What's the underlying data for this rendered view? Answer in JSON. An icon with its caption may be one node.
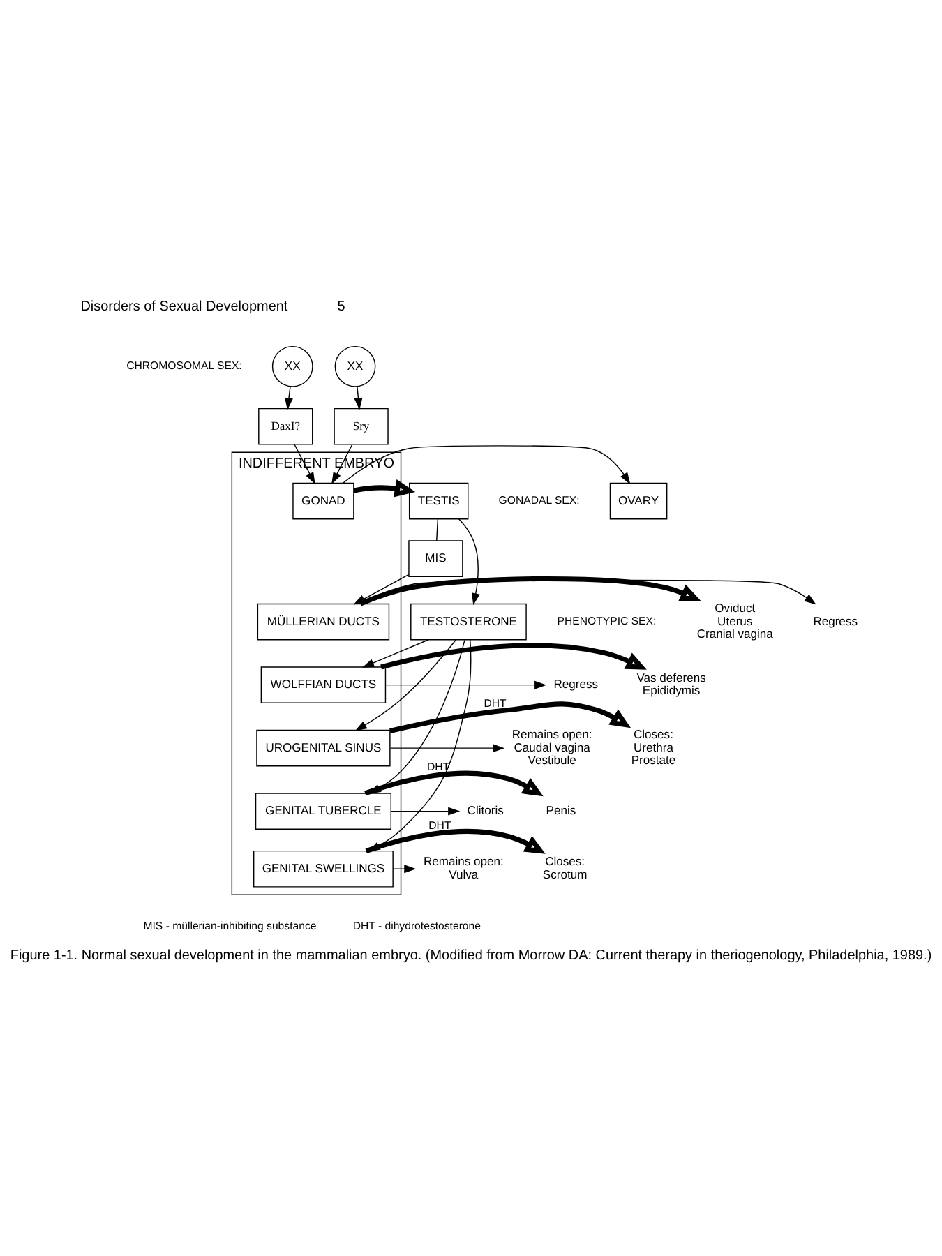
{
  "diagram": {
    "caption": "Figure 1-1. Normal sexual development in the mammalian embryo. (Modified from Morrow DA: Current therapy in theriogenology, Philadelphia, 1989.)",
    "nodes": [
      {
        "text": [
          "INDIFFERENT EMBRYO"
        ]
      },
      {
        "text": [
          "XX"
        ]
      },
      {
        "text": [
          "XX"
        ]
      },
      {
        "text": [
          "DaxI?"
        ]
      },
      {
        "text": [
          "Sry"
        ]
      },
      {
        "text": [
          "OVARY"
        ]
      },
      {
        "text": [
          "GONAD"
        ],
        "in": 0
      },
      {
        "text": [
          "TESTIS"
        ]
      },
      {
        "text": [
          "MIS"
        ]
      },
      {
        "text": [
          "MÜLLERIAN DUCTS"
        ],
        "in": 0
      },
      {
        "text": [
          "Oviduct",
          "Uterus",
          "Cranial vagina"
        ]
      },
      {
        "text": [
          "Regress"
        ]
      },
      {
        "text": [
          "TESTOSTERONE"
        ]
      },
      {
        "text": [
          "WOLFFIAN DUCTS"
        ],
        "in": 0
      },
      {
        "text": [
          "Regress"
        ]
      },
      {
        "text": [
          "Vas deferens",
          "Epididymis"
        ]
      },
      {
        "text": [
          "UROGENITAL SINUS"
        ],
        "in": 0
      },
      {
        "text": [
          "Remains open:",
          "Caudal vagina",
          "Vestibule"
        ]
      },
      {
        "text": [
          "Closes:",
          "Urethra",
          "Prostate"
        ]
      },
      {
        "text": [
          "GENITAL TUBERCLE"
        ],
        "in": 0
      },
      {
        "text": [
          "Clitoris"
        ]
      },
      {
        "text": [
          "Penis"
        ]
      },
      {
        "text": [
          "GENITAL SWELLINGS"
        ],
        "in": 0
      },
      {
        "text": [
          "Remains open:",
          "Vulva"
        ]
      },
      {
        "text": [
          "Closes:",
          "Scrotum"
        ]
      }
    ],
    "edges": [
      {
        "from": 1,
        "to": 3,
        "arrow": "to"
      },
      {
        "from": 2,
        "to": 4,
        "arrow": "to"
      },
      {
        "from": 3,
        "to": 6,
        "arrow": "to"
      },
      {
        "from": 4,
        "to": 6,
        "arrow": "to"
      },
      {
        "from": 6,
        "to": 5,
        "arrow": "to"
      },
      {
        "from": 6,
        "to": 7,
        "arrow": "to",
        "style": "thick"
      },
      {
        "from": 7,
        "to": 8,
        "arrow": "none"
      },
      {
        "from": 8,
        "to": 9,
        "arrow": "to"
      },
      {
        "from": 7,
        "to": 12,
        "arrow": "to"
      },
      {
        "from": 9,
        "to": 10,
        "arrow": "to",
        "style": "thick"
      },
      {
        "from": 9,
        "to": 11,
        "arrow": "to"
      },
      {
        "from": 12,
        "to": 13,
        "arrow": "to"
      },
      {
        "from": 12,
        "to": 16,
        "arrow": "to"
      },
      {
        "from": 12,
        "to": 19,
        "arrow": "to"
      },
      {
        "from": 12,
        "to": 22,
        "arrow": "to"
      },
      {
        "from": 13,
        "to": 14,
        "arrow": "to"
      },
      {
        "from": 13,
        "to": 15,
        "arrow": "to",
        "style": "thick"
      },
      {
        "from": 16,
        "to": 17,
        "arrow": "to"
      },
      {
        "from": 16,
        "to": 18,
        "arrow": "to",
        "style": "thick",
        "label": "DHT"
      },
      {
        "from": 19,
        "to": 20,
        "arrow": "to"
      },
      {
        "from": 19,
        "to": 21,
        "arrow": "to",
        "style": "thick",
        "label": "DHT"
      },
      {
        "from": 22,
        "to": 23,
        "arrow": "to"
      },
      {
        "from": 22,
        "to": 24,
        "arrow": "to",
        "style": "thick",
        "label": "DHT"
      }
    ],
    "labels": [
      "Disorders of Sexual Development",
      "5",
      "CHROMOSOMAL SEX:",
      "GONADAL SEX:",
      "PHENOTYPIC SEX:",
      "MIS - müllerian-inhibiting substance",
      "DHT - dihydrotestosterone"
    ]
  }
}
